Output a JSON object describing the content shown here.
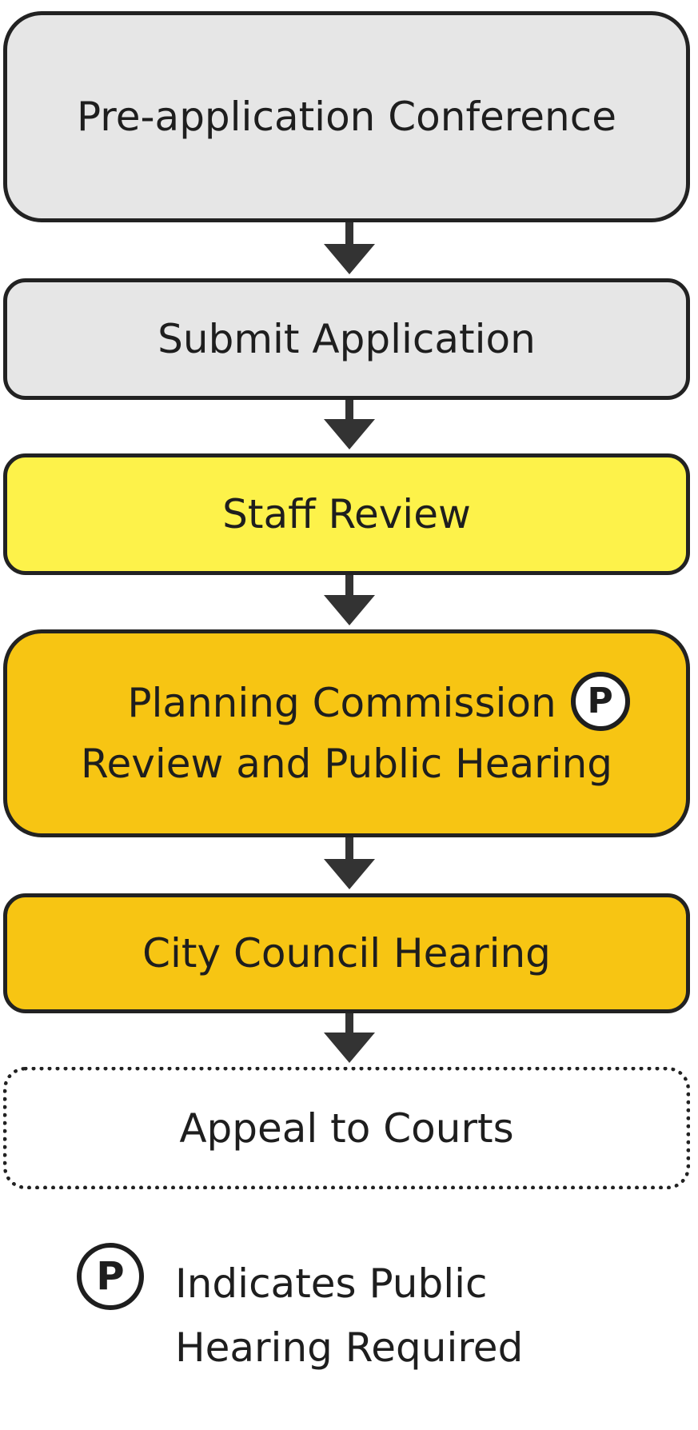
{
  "steps": [
    {
      "label": "Pre-application Conference",
      "fill": "#e6e6e6"
    },
    {
      "label": "Submit Application",
      "fill": "#e6e6e6"
    },
    {
      "label": "Staff Review",
      "fill": "#fdf24a"
    },
    {
      "label_line1": "Planning Commission",
      "label_line2": "Review and Public Hearing",
      "badge": "P",
      "fill": "#f7c513"
    },
    {
      "label": "City Council Hearing",
      "fill": "#f7c513"
    },
    {
      "label": "Appeal to Courts",
      "style": "dotted"
    }
  ],
  "legend": {
    "badge": "P",
    "line1": "Indicates Public",
    "line2": "Hearing Required"
  }
}
